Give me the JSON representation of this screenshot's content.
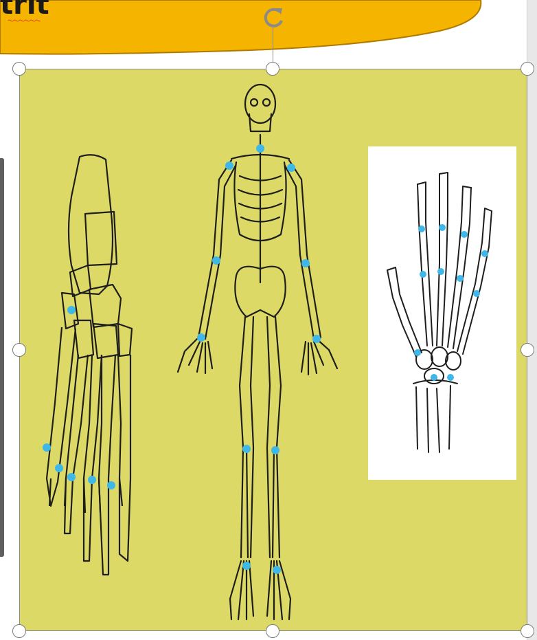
{
  "slide": {
    "title_fragment": "trit"
  },
  "colors": {
    "banner_fill": "#f4b400",
    "image_background": "#dcd966",
    "joint_marker": "#3fb8e8",
    "selection_border": "#8a8a8a",
    "spellcheck_underline": "#d92a2a"
  },
  "selection": {
    "state": "selected",
    "handles": [
      "top-left",
      "top-middle",
      "top-right",
      "middle-left",
      "middle-right",
      "bottom-left",
      "bottom-middle",
      "bottom-right"
    ],
    "rotate_icon": "rotate-icon"
  },
  "image": {
    "panels": [
      "foot-skeleton",
      "full-body-skeleton",
      "hand-skeleton"
    ]
  }
}
